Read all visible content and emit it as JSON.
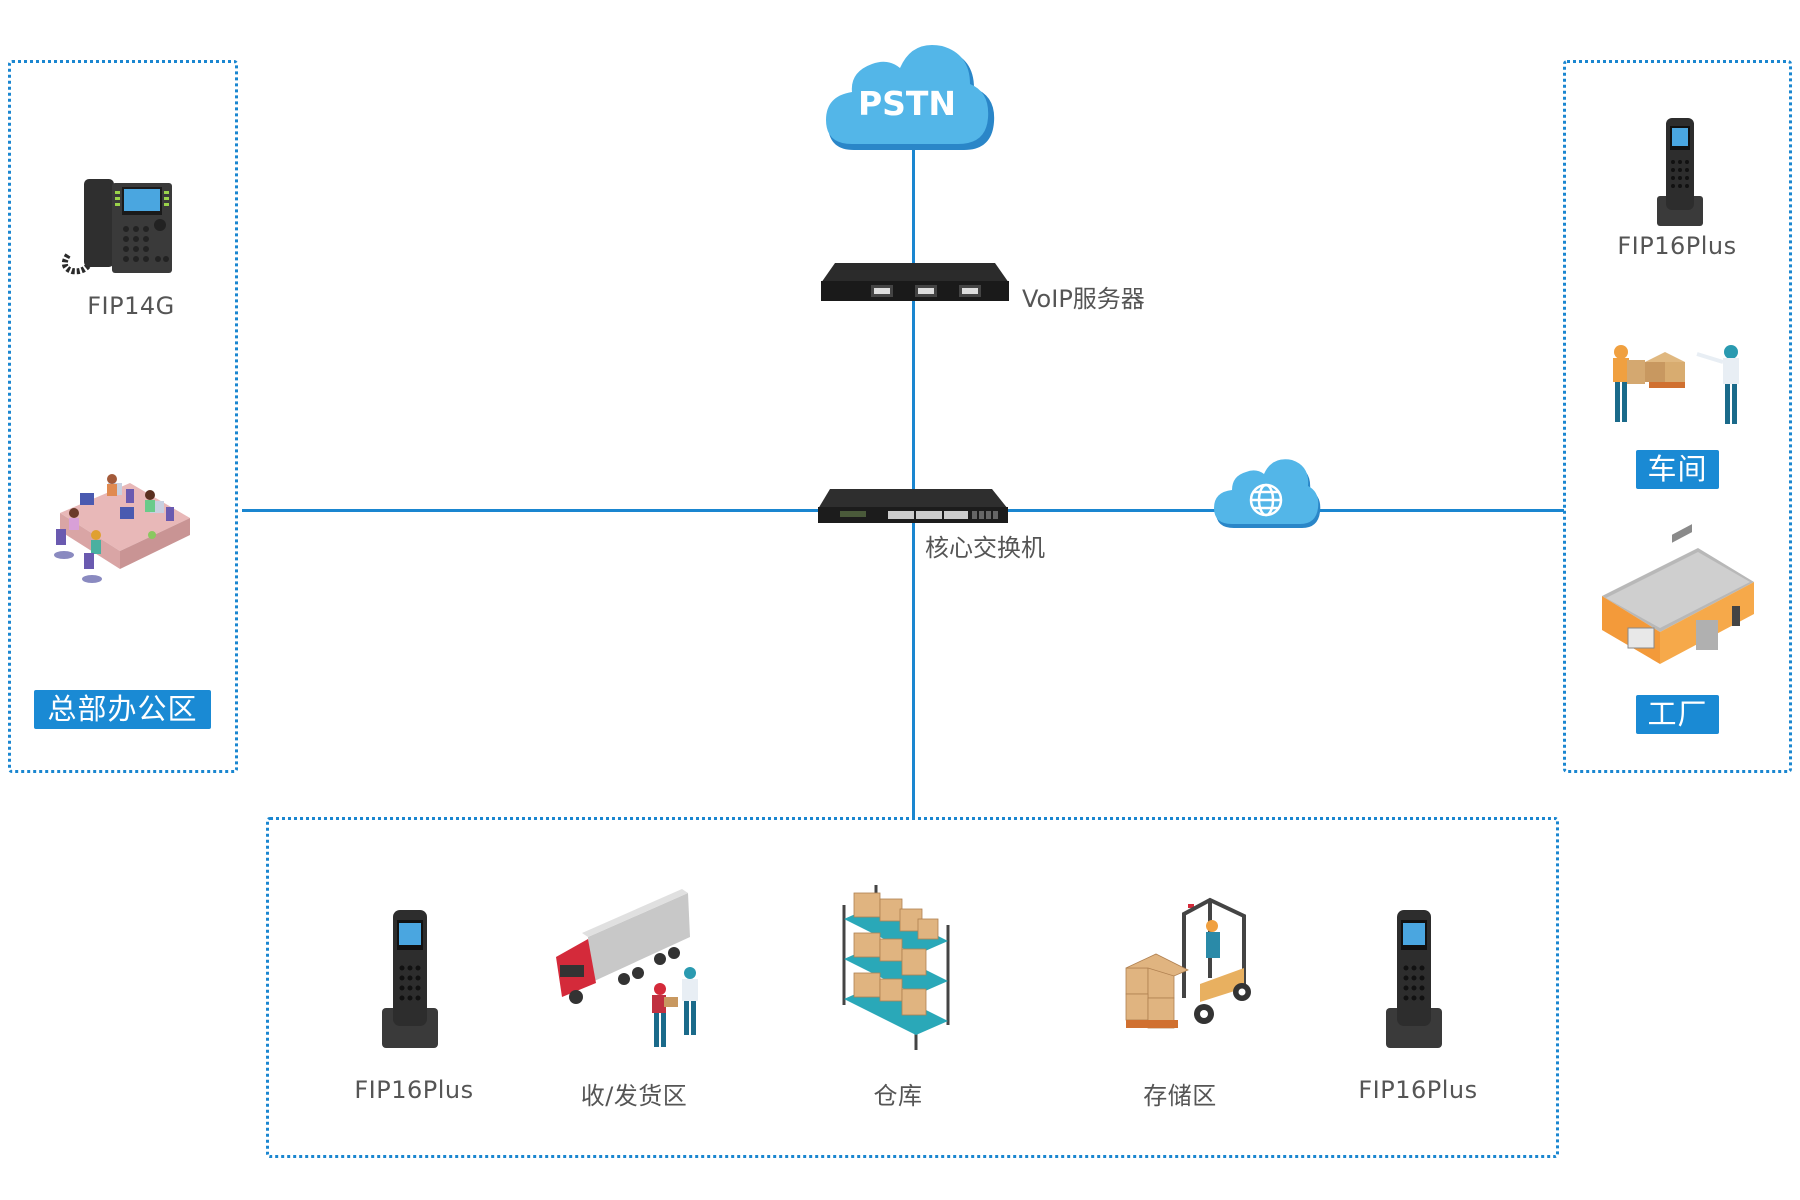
{
  "diagram": {
    "top": {
      "pstn_cloud": {
        "label": "PSTN",
        "icon": "cloud-icon"
      },
      "voip_server": {
        "label": "VoIP服务器",
        "icon": "server-icon"
      },
      "core_switch": {
        "label": "核心交换机",
        "icon": "switch-icon"
      },
      "internet_cloud": {
        "icon": "globe-cloud-icon"
      }
    },
    "left_panel": {
      "title": "总部办公区",
      "items": [
        {
          "label": "FIP14G",
          "icon": "desk-phone-icon"
        },
        {
          "label": "",
          "icon": "office-workers-icon"
        }
      ]
    },
    "right_panel": {
      "items": [
        {
          "label": "FIP16Plus",
          "icon": "cordless-phone-icon"
        },
        {
          "label": "车间",
          "icon": "workshop-icon",
          "tag": true
        },
        {
          "label": "工厂",
          "icon": "factory-building-icon",
          "tag": true
        }
      ]
    },
    "bottom_panel": {
      "items": [
        {
          "label": "FIP16Plus",
          "icon": "cordless-phone-icon"
        },
        {
          "label": "收/发货区",
          "icon": "delivery-truck-icon"
        },
        {
          "label": "仓库",
          "icon": "warehouse-shelves-icon"
        },
        {
          "label": "存储区",
          "icon": "forklift-icon"
        },
        {
          "label": "FIP16Plus",
          "icon": "cordless-phone-icon"
        }
      ]
    },
    "colors": {
      "line": "#1a86d0",
      "cloud_light": "#53b6e8",
      "cloud_dark": "#2a86c8",
      "tag_bg": "#1a8ad4",
      "text": "#555555"
    }
  }
}
